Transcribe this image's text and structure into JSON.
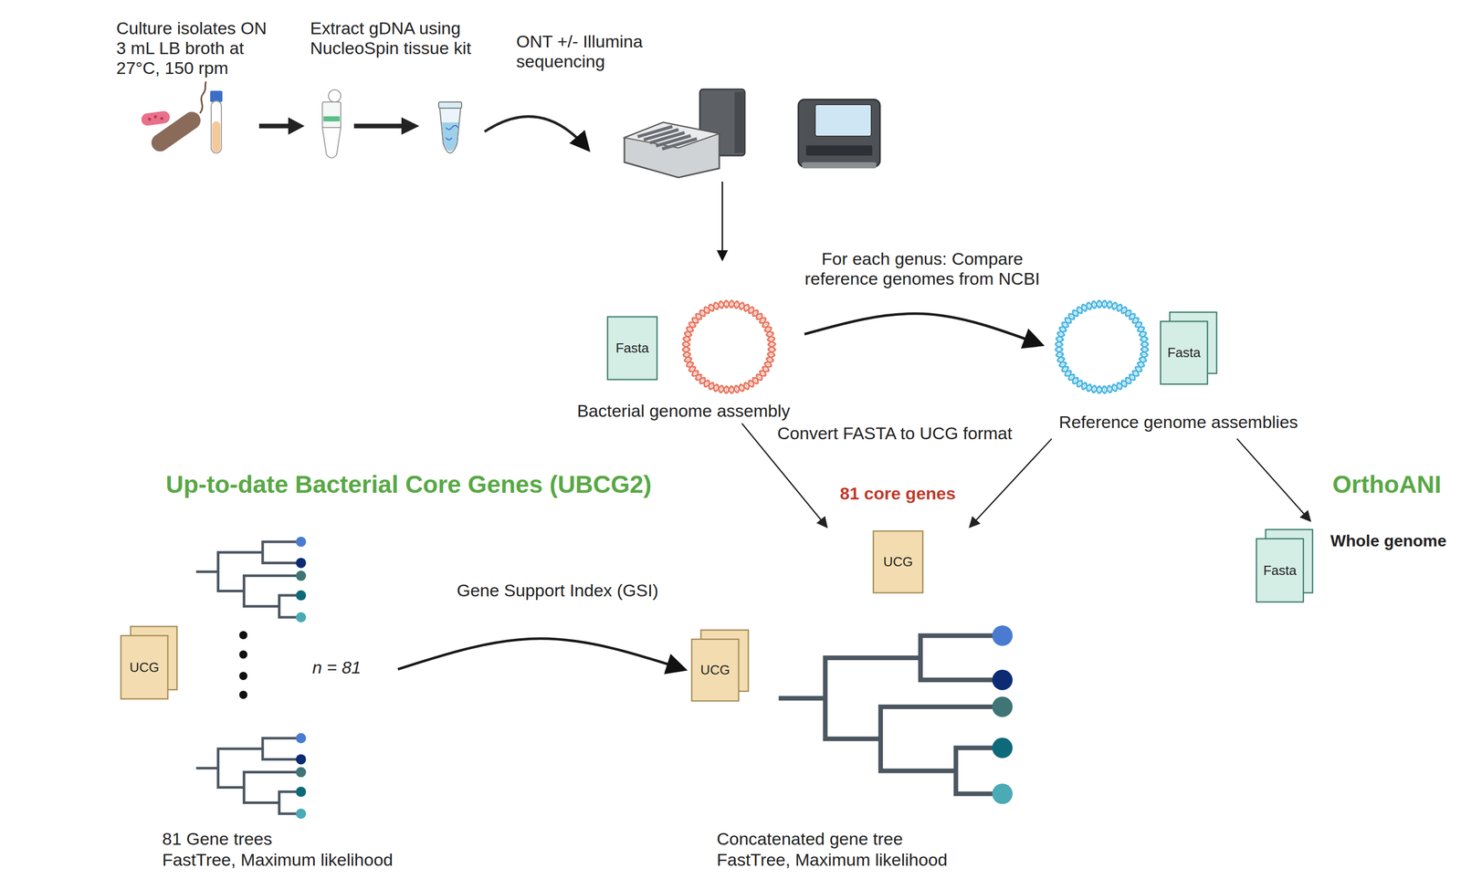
{
  "diagram": {
    "nodes": [
      {
        "text": [
          "Fasta",
          "Bacterial genome assembly"
        ]
      },
      {
        "text": [
          "Fasta",
          "Reference genome assemblies"
        ]
      },
      {
        "text": [
          "81 core genes",
          "UCG"
        ]
      },
      {
        "text": [
          "Fasta"
        ]
      },
      {
        "text": [
          "UCG",
          "n = 81"
        ]
      },
      {
        "text": [
          "UCG"
        ]
      }
    ],
    "edges": [
      {
        "from": 0,
        "to": 1,
        "arrow": "to",
        "label": "For each genus: Compare reference genomes from NCBI"
      },
      {
        "from": 0,
        "to": 2,
        "arrow": "to"
      },
      {
        "from": 1,
        "to": 2,
        "arrow": "to"
      },
      {
        "from": 1,
        "to": 3,
        "arrow": "to"
      },
      {
        "from": 4,
        "to": 5,
        "arrow": "to",
        "label": "Gene Support Index (GSI)"
      }
    ],
    "labels": [
      "Culture isolates ON 3 mL LB broth at 27°C, 150 rpm",
      "Extract gDNA using NucleoSpin tissue kit",
      "ONT +/- Illumina sequencing",
      "Convert FASTA to UCG format",
      "Up-to-date Bacterial Core Genes (UBCG2)",
      "OrthoANI",
      "Whole genome",
      "81 Gene trees",
      "FastTree, Maximum likelihood",
      "Concatenated gene tree",
      "FastTree, Maximum likelihood"
    ]
  }
}
